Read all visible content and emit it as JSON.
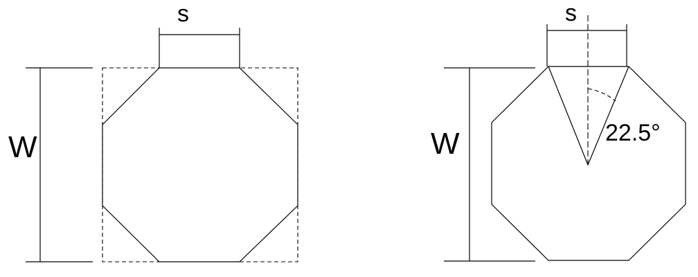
{
  "labels": {
    "left_width": "W",
    "left_side": "s",
    "right_width": "W",
    "right_side": "s",
    "angle": "22.5°"
  }
}
